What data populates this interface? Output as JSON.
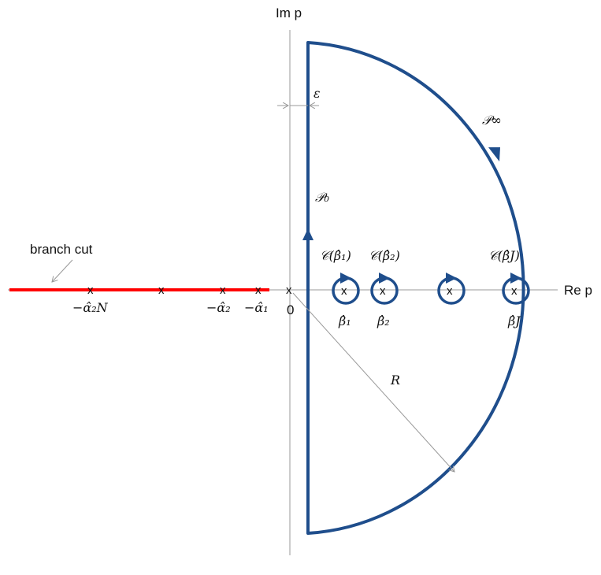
{
  "axes": {
    "imaginary_label": "Im p",
    "real_label": "Re p",
    "origin_label": "0"
  },
  "branch_cut": {
    "label": "branch cut",
    "color": "#ff0000",
    "points": [
      "−α̂₂N",
      "",
      "−α̂₂",
      "−α̂₁"
    ]
  },
  "contour": {
    "color": "#1f4e8c",
    "epsilon_label": "ε",
    "p0_label": "𝒫₀",
    "pinf_label": "𝒫∞",
    "radius_label": "R"
  },
  "poles": [
    {
      "contour_label": "𝒞(β̂₁)",
      "point_label": "β̂₁"
    },
    {
      "contour_label": "𝒞(β̂₂)",
      "point_label": "β̂₂"
    },
    {
      "contour_label": "",
      "point_label": ""
    },
    {
      "contour_label": "𝒞(β̂J)",
      "point_label": "β̂J"
    }
  ],
  "marker_symbol": "x"
}
